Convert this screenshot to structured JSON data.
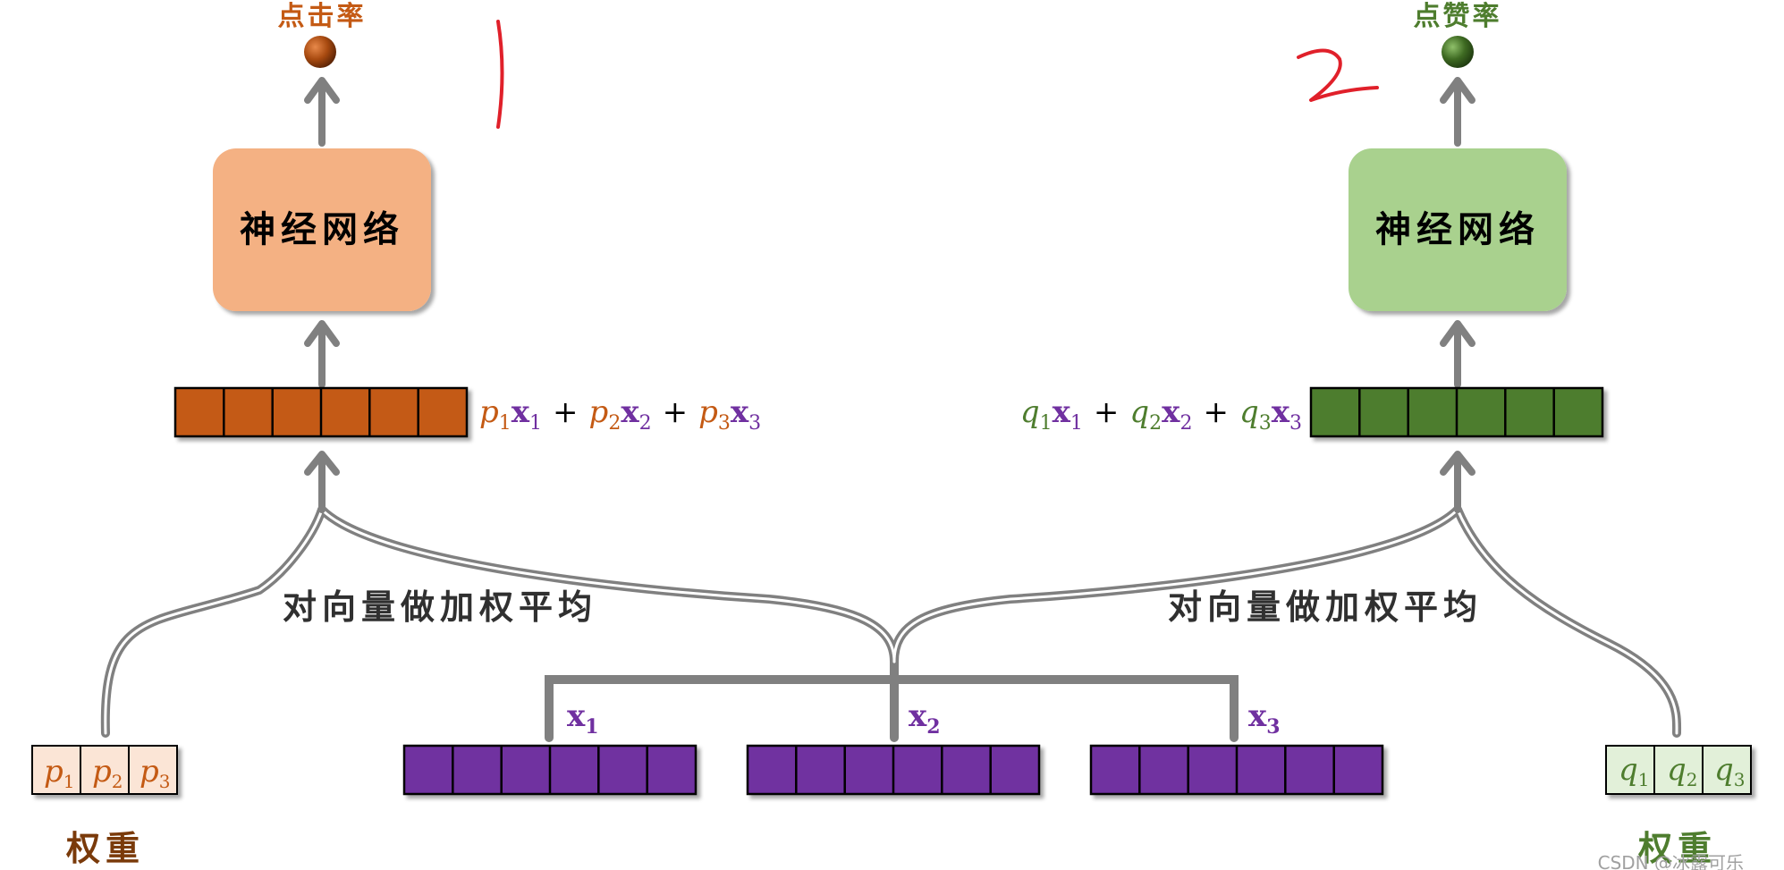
{
  "colors": {
    "click": "#c45a14",
    "like": "#4e7d2e",
    "purple": "#7030a0",
    "nn_left": "#f4b183",
    "nn_right": "#a9d18e",
    "weight_left": "#fbe5d6",
    "weight_right": "#e2f0d9",
    "arrow": "#808080",
    "annotation": "#e0202a"
  },
  "icons": [
    "probability-dot-icon",
    "up-arrow-icon",
    "handwritten-number-annotation"
  ],
  "left": {
    "output_label": "点击率",
    "network_label": "神经网络",
    "formula": {
      "t1_coef": "p",
      "t1_coef_sub": "1",
      "t1_vec": "x",
      "t1_vec_sub": "1",
      "plus1": "+",
      "t2_coef": "p",
      "t2_coef_sub": "2",
      "t2_vec": "x",
      "t2_vec_sub": "2",
      "plus2": "+",
      "t3_coef": "p",
      "t3_coef_sub": "3",
      "t3_vec": "x",
      "t3_vec_sub": "3"
    },
    "branch_label": "对向量做加权平均",
    "weights": [
      {
        "sym": "p",
        "sub": "1"
      },
      {
        "sym": "p",
        "sub": "2"
      },
      {
        "sym": "p",
        "sub": "3"
      }
    ],
    "weight_caption": "权重"
  },
  "right": {
    "output_label": "点赞率",
    "network_label": "神经网络",
    "formula": {
      "t1_coef": "q",
      "t1_coef_sub": "1",
      "t1_vec": "x",
      "t1_vec_sub": "1",
      "plus1": "+",
      "t2_coef": "q",
      "t2_coef_sub": "2",
      "t2_vec": "x",
      "t2_vec_sub": "2",
      "plus2": "+",
      "t3_coef": "q",
      "t3_coef_sub": "3",
      "t3_vec": "x",
      "t3_vec_sub": "3"
    },
    "branch_label": "对向量做加权平均",
    "weights": [
      {
        "sym": "q",
        "sub": "1"
      },
      {
        "sym": "q",
        "sub": "2"
      },
      {
        "sym": "q",
        "sub": "3"
      }
    ],
    "weight_caption": "权重"
  },
  "vectors": [
    {
      "sym": "x",
      "sub": "1"
    },
    {
      "sym": "x",
      "sub": "2"
    },
    {
      "sym": "x",
      "sub": "3"
    }
  ],
  "watermark": "CSDN @冰露可乐"
}
